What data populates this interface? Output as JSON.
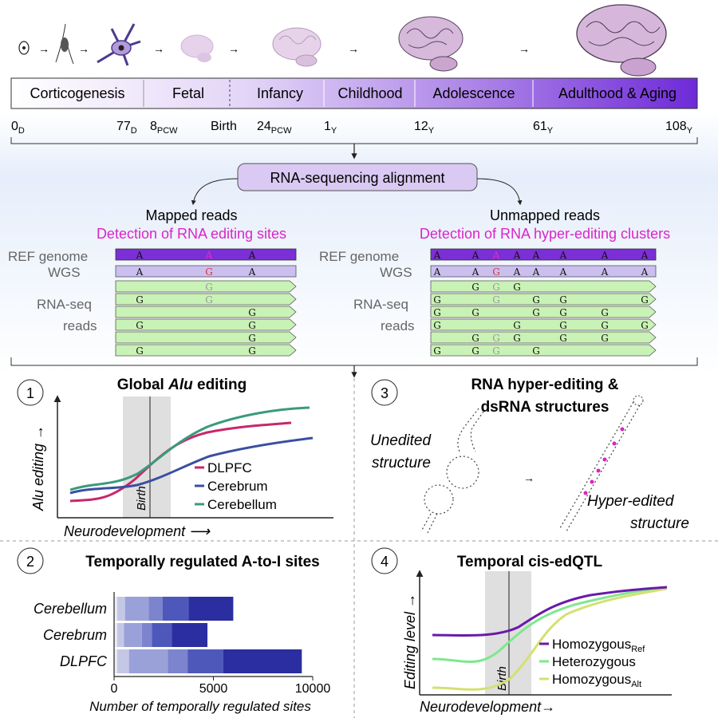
{
  "timeline": {
    "stages": [
      "Corticogenesis",
      "Fetal",
      "Infancy",
      "Childhood",
      "Adolescence",
      "Adulthood & Aging"
    ],
    "ticks": [
      {
        "main": "0",
        "sub": "D"
      },
      {
        "main": "77",
        "sub": "D"
      },
      {
        "main": "8",
        "sub": "PCW"
      },
      {
        "main": "Birth",
        "sub": ""
      },
      {
        "main": "24",
        "sub": "PCW"
      },
      {
        "main": "1",
        "sub": "Y"
      },
      {
        "main": "12",
        "sub": "Y"
      },
      {
        "main": "61",
        "sub": "Y"
      },
      {
        "main": "108",
        "sub": "Y"
      }
    ]
  },
  "alignment": {
    "title": "RNA-sequencing alignment",
    "left": {
      "heading": "Mapped reads",
      "subheading": "Detection of RNA editing sites"
    },
    "right": {
      "heading": "Unmapped reads",
      "subheading": "Detection of RNA hyper-editing clusters"
    },
    "row_labels": {
      "ref": "REF genome",
      "wgs": "WGS",
      "rnaseq_1": "RNA-seq",
      "rnaseq_2": "reads"
    },
    "bases": {
      "a": "A",
      "g": "G"
    }
  },
  "colors": {
    "dlpfc": "#c8266c",
    "cerebrum": "#3a4fa0",
    "cerebellum": "#3a9a7c",
    "ref_bar": "#7b2fd6",
    "wgs_bar": "#cbbff0",
    "read_bar": "#c9f2b6",
    "highlight": "#e020c0",
    "hom_ref": "#6a1aa8",
    "het": "#7ee88e",
    "hom_alt": "#d5e070"
  },
  "panel1": {
    "number": "1",
    "title_pre": "Global ",
    "title_italic": "Alu",
    "title_post": " editing",
    "ylabel": "Alu editing",
    "xlabel": "Neurodevelopment",
    "birth": "Birth",
    "legend": [
      "DLPFC",
      "Cerebrum",
      "Cerebellum"
    ]
  },
  "panel2": {
    "number": "2",
    "title": "Temporally regulated A-to-I sites",
    "xlabel": "Number of temporally regulated sites",
    "x_ticks": [
      "0",
      "5000",
      "10000"
    ]
  },
  "panel3": {
    "number": "3",
    "title_line1": "RNA hyper-editing &",
    "title_line2": "dsRNA structures",
    "unedited_1": "Unedited",
    "unedited_2": "structure",
    "edited_1": "Hyper-edited",
    "edited_2": "structure"
  },
  "panel4": {
    "number": "4",
    "title": "Temporal cis-edQTL",
    "ylabel": "Editing level",
    "xlabel": "Neurodevelopment",
    "birth": "Birth",
    "legend": [
      {
        "main": "Homozygous",
        "sub": "Ref"
      },
      {
        "main": "Heterozygous",
        "sub": ""
      },
      {
        "main": "Homozygous",
        "sub": "Alt"
      }
    ]
  },
  "chart_data": {
    "type": "bar",
    "stacked": true,
    "orientation": "horizontal",
    "categories": [
      "Cerebellum",
      "Cerebrum",
      "DLPFC"
    ],
    "totals": [
      6000,
      4700,
      9450
    ],
    "segments": [
      [
        150,
        400,
        1200,
        700,
        1300,
        2250
      ],
      [
        150,
        350,
        900,
        500,
        1000,
        1800
      ],
      [
        150,
        600,
        1950,
        1000,
        1800,
        3950
      ]
    ],
    "xlim": [
      0,
      10000
    ],
    "x_ticks": [
      0,
      5000,
      10000
    ]
  }
}
